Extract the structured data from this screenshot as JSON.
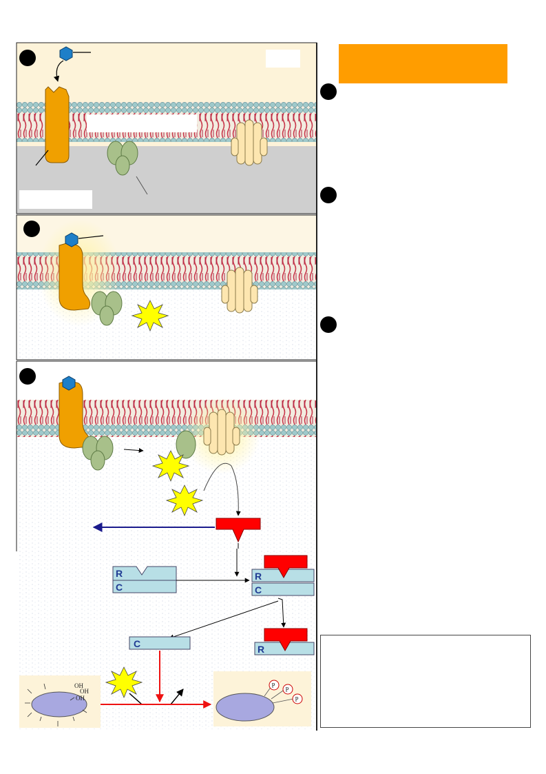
{
  "diagram": {
    "step_markers": [
      "",
      "",
      "",
      "",
      "",
      ""
    ],
    "subunit_labels": {
      "regulatory": "R",
      "catalytic": "C"
    },
    "hydroxyl_groups": [
      "OH",
      "OH",
      "OH"
    ],
    "phosphate_groups": [
      "P",
      "P",
      "P"
    ],
    "header_box_text": "",
    "legend_box_text": ""
  },
  "colors": {
    "header_box": "#ff9d00",
    "receptor": "#f0a000",
    "g_protein": "#a8c08a",
    "adenylyl_cyclase": "#fde6b0",
    "camp_star": "#ffff00",
    "camp_arrow": "#1a1a8c",
    "pka_subunit": "#b8dfe6",
    "camp_bound": "#ff0000",
    "activation_arrow": "#ee1111",
    "lipid_tails": "#c8364a",
    "lipid_heads": "#9fc9cb",
    "background_extracellular": "#fdf3d9",
    "background_cytoplasm": "#cfcfcf"
  }
}
